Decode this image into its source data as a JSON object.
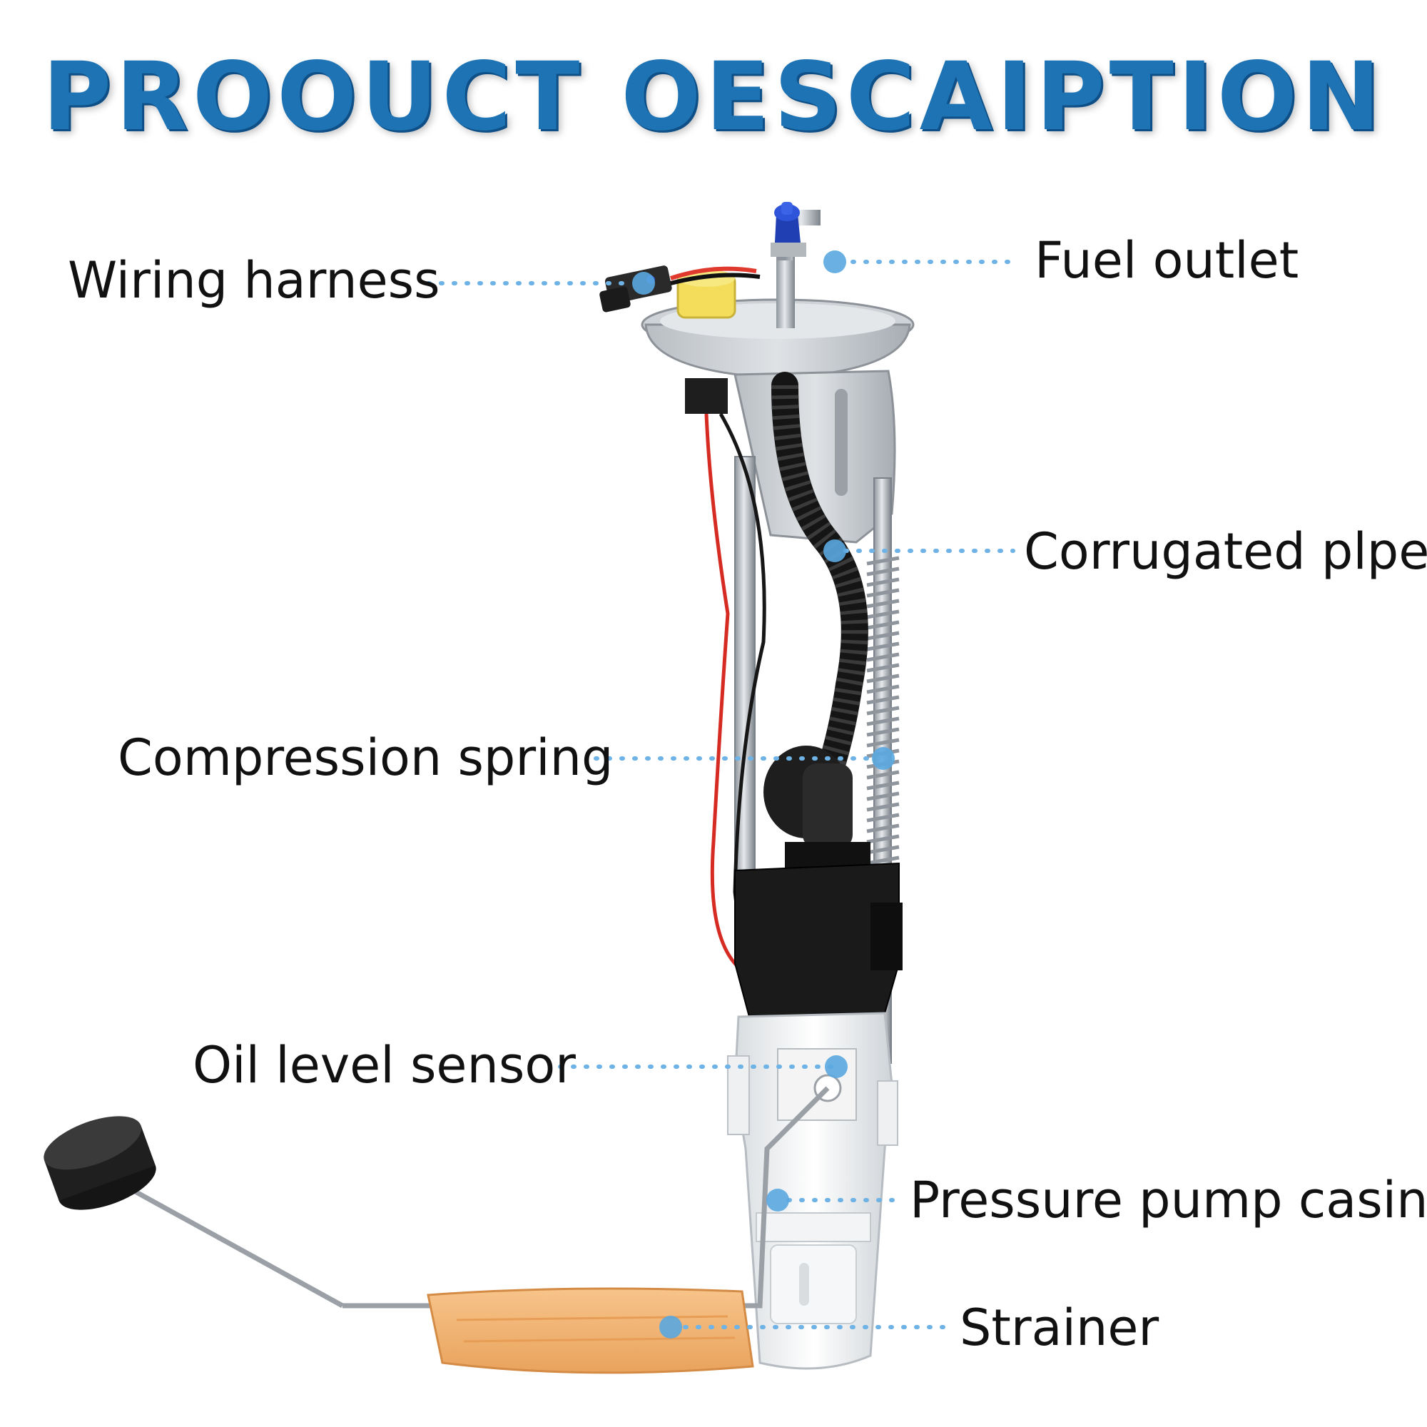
{
  "title": "PROOUCT OESCAIPTION",
  "labels": {
    "wiring_harness": "Wiring harness",
    "fuel_outlet": "Fuel outlet",
    "corrugated_pipe": "Corrugated plpe",
    "compression_spring": "Compression spring",
    "oil_level_sensor": "Oil level sensor",
    "pressure_pump_casing": "Pressure pump casing",
    "strainer": "Strainer"
  },
  "colors": {
    "title": "#1e73b4",
    "dot": "#5aa7e0",
    "leader": "#6fb3e6",
    "text": "#111111"
  }
}
